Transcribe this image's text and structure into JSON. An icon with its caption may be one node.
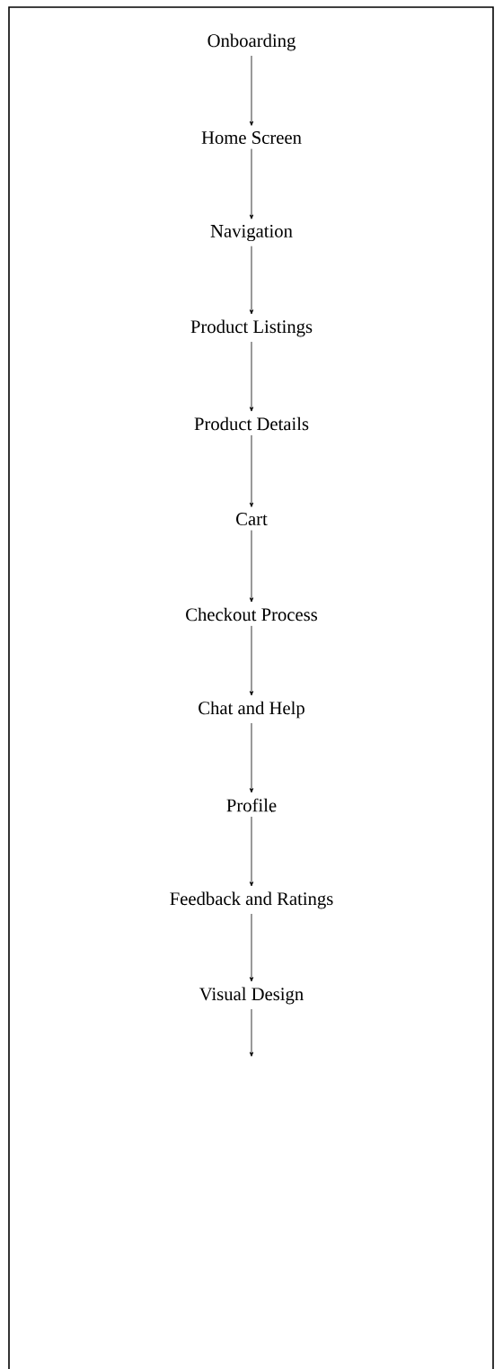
{
  "diagram": {
    "nodes": [
      {
        "text": [
          "Onboarding"
        ]
      },
      {
        "text": [
          "Home Screen"
        ]
      },
      {
        "text": [
          "Navigation"
        ]
      },
      {
        "text": [
          "Product Listings"
        ]
      },
      {
        "text": [
          "Product Details"
        ]
      },
      {
        "text": [
          "Cart"
        ]
      },
      {
        "text": [
          "Checkout Process"
        ]
      },
      {
        "text": [
          "Chat and Help"
        ]
      },
      {
        "text": [
          "Profile"
        ]
      },
      {
        "text": [
          "Feedback and Ratings"
        ]
      },
      {
        "text": [
          "Visual Design"
        ]
      }
    ],
    "edges": [
      {
        "from": 0,
        "to": 1,
        "arrow": "to"
      },
      {
        "from": 1,
        "to": 2,
        "arrow": "to"
      },
      {
        "from": 2,
        "to": 3,
        "arrow": "to"
      },
      {
        "from": 3,
        "to": 4,
        "arrow": "to"
      },
      {
        "from": 4,
        "to": 5,
        "arrow": "to"
      },
      {
        "from": 5,
        "to": 6,
        "arrow": "to"
      },
      {
        "from": 6,
        "to": 7,
        "arrow": "to"
      },
      {
        "from": 7,
        "to": 8,
        "arrow": "to"
      },
      {
        "from": 8,
        "to": 9,
        "arrow": "to"
      },
      {
        "from": 9,
        "to": 10,
        "arrow": "to"
      },
      {
        "from": 10,
        "to": null,
        "arrow": "to"
      }
    ]
  }
}
